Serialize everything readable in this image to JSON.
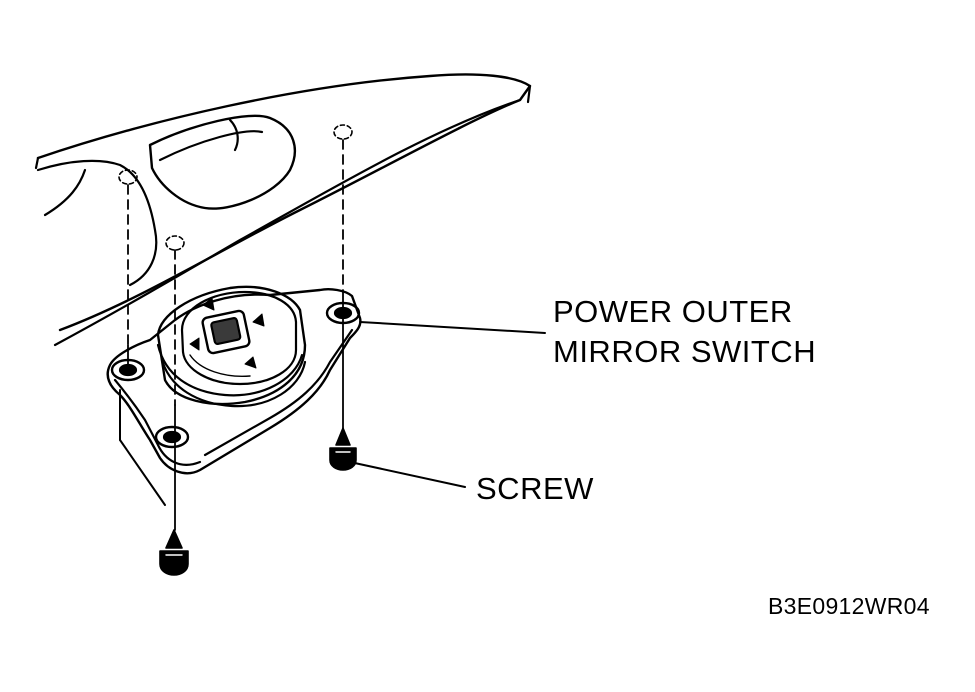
{
  "labels": {
    "switch_line1": "POWER OUTER",
    "switch_line2": "MIRROR SWITCH",
    "screw": "SCREW",
    "figure_code": "B3E0912WR04"
  },
  "colors": {
    "ink": "#000000",
    "background": "#ffffff",
    "shade": "#3a3a3a"
  }
}
